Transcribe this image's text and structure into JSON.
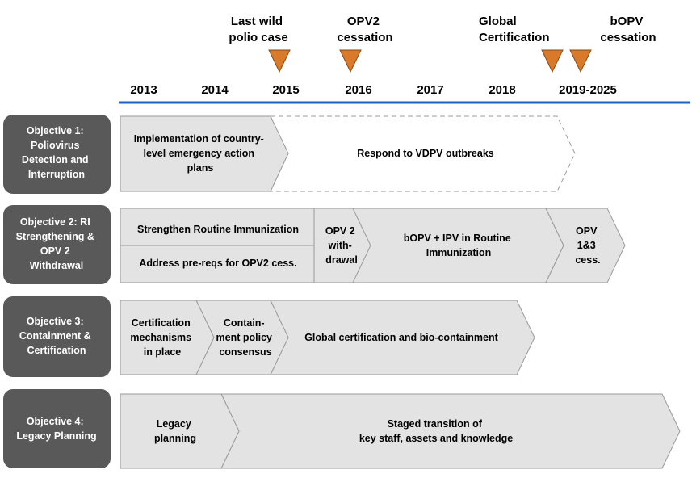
{
  "milestones": [
    {
      "label_lines": [
        "Last wild",
        "polio case"
      ]
    },
    {
      "label_lines": [
        "OPV2",
        "cessation"
      ]
    },
    {
      "label_lines": [
        "Global",
        "Certification"
      ]
    },
    {
      "label_lines": [
        "bOPV",
        "cessation"
      ]
    }
  ],
  "years": [
    "2013",
    "2014",
    "2015",
    "2016",
    "2017",
    "2018",
    "2019-2025"
  ],
  "objectives": [
    {
      "label_lines": [
        "Objective 1:",
        "Poliovirus",
        "Detection and",
        "Interruption"
      ]
    },
    {
      "label_lines": [
        "Objective 2: RI",
        "Strengthening &",
        "OPV 2",
        "Withdrawal"
      ]
    },
    {
      "label_lines": [
        "Objective 3:",
        "Containment &",
        "Certification"
      ]
    },
    {
      "label_lines": [
        "Objective 4:",
        "Legacy Planning"
      ]
    }
  ],
  "activities": {
    "implementation": [
      "Implementation of country-",
      "level emergency action",
      "plans"
    ],
    "respond_vdpv": [
      "Respond to VDPV outbreaks"
    ],
    "strengthen_ri": [
      "Strengthen Routine Immunization"
    ],
    "address_prereqs": [
      "Address pre-reqs for OPV2 cess."
    ],
    "opv2_withdrawal": [
      "OPV 2",
      "with-",
      "drawal"
    ],
    "bopv_ipv": [
      "bOPV + IPV in Routine",
      "Immunization"
    ],
    "opv13_cess": [
      "OPV",
      "1&3",
      "cess."
    ],
    "cert_mechanisms": [
      "Certification",
      "mechanisms",
      "in place"
    ],
    "containment_policy": [
      "Contain-",
      "ment policy",
      "consensus"
    ],
    "global_cert": [
      "Global certification and bio-containment"
    ],
    "legacy_planning": [
      "Legacy",
      "planning"
    ],
    "staged_transition": [
      "Staged transition of",
      "key staff, assets and knowledge"
    ]
  },
  "colors": {
    "objective_fill": "#595959",
    "box_fill": "#e3e3e3",
    "box_stroke": "#9a9a9a",
    "timeline_blue": "#1f5fbf",
    "triangle_fill": "#d97a2b",
    "triangle_stroke": "#8a4a12"
  }
}
